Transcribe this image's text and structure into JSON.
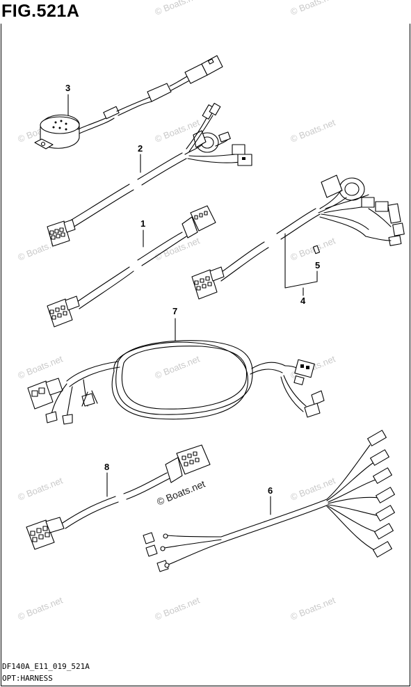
{
  "figure": {
    "title": "FIG.521A",
    "code": "DF140A_E11_019_521A",
    "section": "OPT:HARNESS"
  },
  "callouts": [
    {
      "id": "part-3",
      "label": "3"
    },
    {
      "id": "part-2",
      "label": "2"
    },
    {
      "id": "part-1",
      "label": "1"
    },
    {
      "id": "part-5",
      "label": "5"
    },
    {
      "id": "part-4",
      "label": "4"
    },
    {
      "id": "part-7",
      "label": "7"
    },
    {
      "id": "part-8",
      "label": "8"
    },
    {
      "id": "part-6",
      "label": "6"
    }
  ],
  "watermark": {
    "text": "© Boats.net",
    "color": "#c9c9c9"
  }
}
